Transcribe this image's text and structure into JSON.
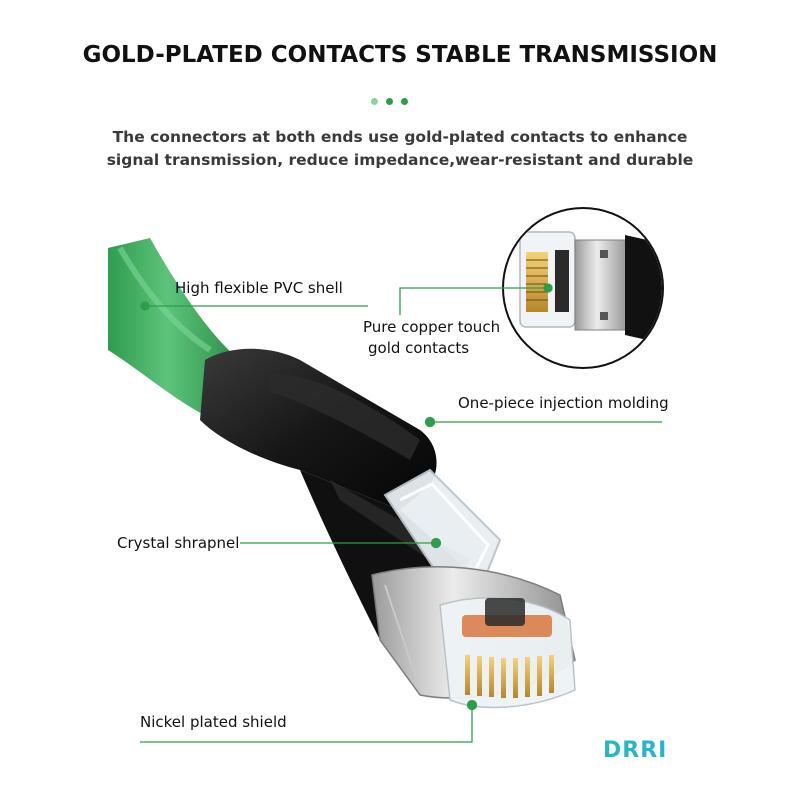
{
  "header": {
    "title": "GOLD-PLATED CONTACTS STABLE TRANSMISSION",
    "subtitle_lines": [
      "The connectors at both ends use gold-plated contacts to enhance",
      "signal transmission, reduce impedance,wear-resistant and durable"
    ]
  },
  "callouts": {
    "pvc_shell": "High flexible PVC shell",
    "copper_contacts_line1": "Pure copper touch",
    "copper_contacts_line2": "gold contacts",
    "injection_molding": "One-piece injection molding",
    "crystal_shrapnel": "Crystal shrapnel",
    "nickel_shield": "Nickel plated shield"
  },
  "brand": {
    "logo_text": "DRRI"
  },
  "colors": {
    "accent_green": "#2e9e4a",
    "cable_green": "#3cae5c",
    "logo_teal": "#27b6c9"
  }
}
